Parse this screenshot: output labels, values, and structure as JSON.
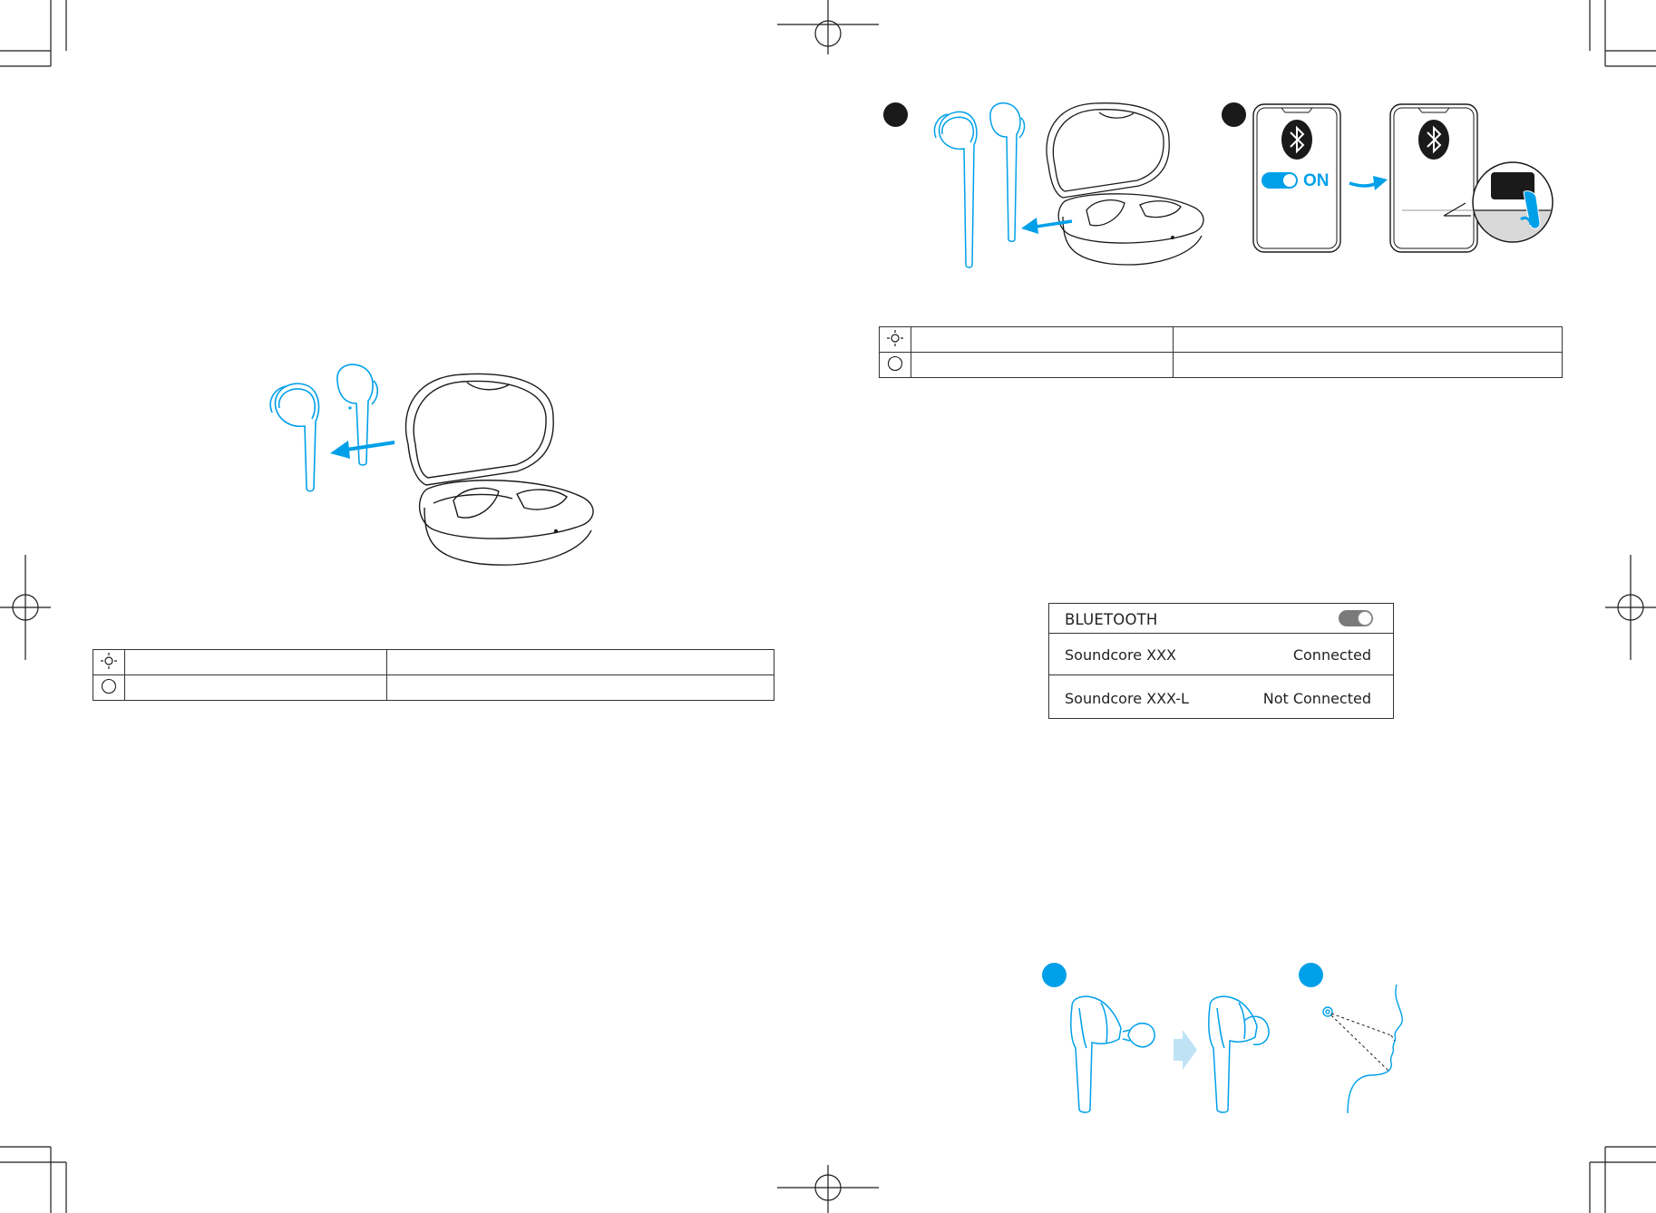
{
  "colors": {
    "accent": "#00a0e9",
    "accent_light": "#bfe3f5",
    "line": "#1a1a1a",
    "step_dot_dark": "#1a1a1a"
  },
  "icons": {
    "led_blinking": "sun-icon",
    "led_off": "circle-icon",
    "bluetooth": "bluetooth-icon"
  },
  "left_table": {
    "rows": [
      {
        "status": "",
        "description": ""
      },
      {
        "status": "",
        "description": ""
      }
    ]
  },
  "right_table": {
    "rows": [
      {
        "status": "",
        "description": ""
      },
      {
        "status": "",
        "description": ""
      }
    ]
  },
  "phone": {
    "toggle_label": "ON"
  },
  "bluetooth_panel": {
    "title": "BLUETOOTH",
    "toggle_on": true,
    "devices": [
      {
        "name": "Soundcore XXX",
        "status": "Connected"
      },
      {
        "name": "Soundcore XXX-L",
        "status": "Not Connected"
      }
    ]
  }
}
